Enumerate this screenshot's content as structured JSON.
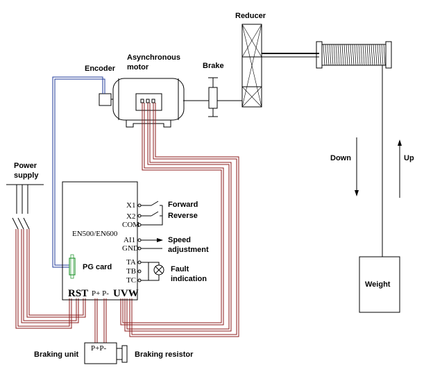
{
  "labels": {
    "reducer": "Reducer",
    "encoder": "Encoder",
    "motor_line1": "Asynchronous",
    "motor_line2": "motor",
    "brake": "Brake",
    "down": "Down",
    "up": "Up",
    "power_line1": "Power",
    "power_line2": "supply",
    "forward": "Forward",
    "reverse": "Reverse",
    "speed_line1": "Speed",
    "speed_line2": "adjustment",
    "fault_line1": "Fault",
    "fault_line2": "indication",
    "pg_card": "PG card",
    "model": "EN500/EN600",
    "weight": "Weight",
    "braking_unit": "Braking unit",
    "braking_resistor": "Braking resistor"
  },
  "terminals": {
    "x1": "X1",
    "x2": "X2",
    "com": "COM",
    "ai1": "AI1",
    "gnd": "GND",
    "ta": "TA",
    "tb": "TB",
    "tc": "TC",
    "rst": "RST",
    "pp": "P+ P-",
    "uvw": "UVW",
    "bu_pp": "P+P-"
  },
  "colors": {
    "power_wires": "#8b1a1a",
    "encoder_wire": "#1f3a9a",
    "pg_card": "#2e9b3a"
  }
}
